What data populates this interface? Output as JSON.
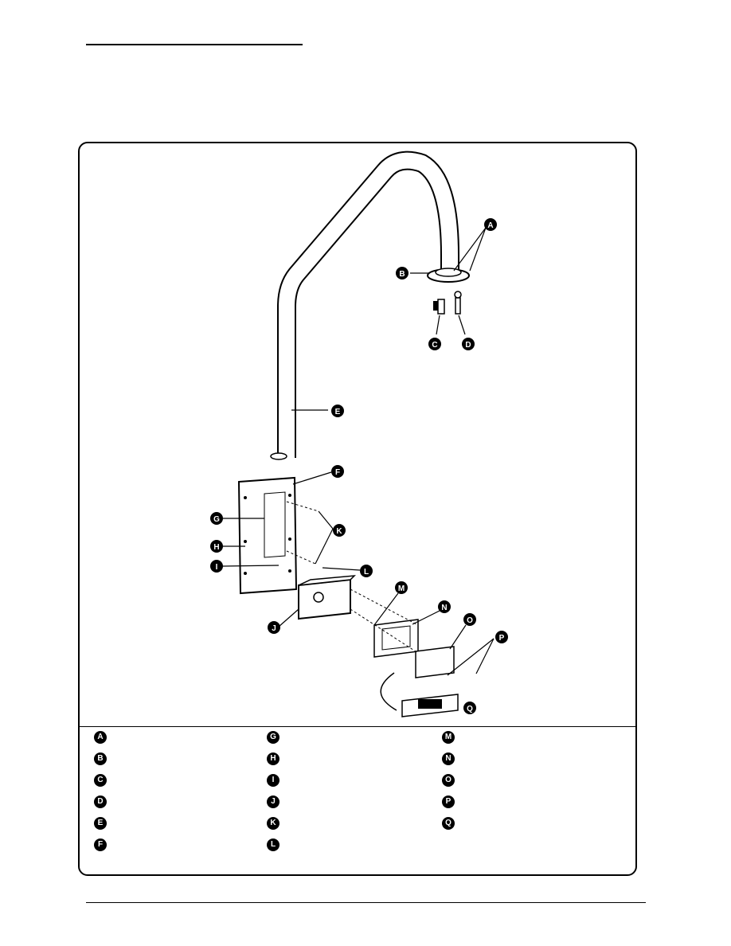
{
  "callouts": {
    "A": "A",
    "B": "B",
    "C": "C",
    "D": "D",
    "E": "E",
    "F": "F",
    "G": "G",
    "H": "H",
    "I": "I",
    "J": "J",
    "K": "K",
    "L": "L",
    "M": "M",
    "N": "N",
    "O": "O",
    "P": "P",
    "Q": "Q"
  },
  "legend": {
    "items": [
      {
        "letter": "A",
        "text": ""
      },
      {
        "letter": "B",
        "text": ""
      },
      {
        "letter": "C",
        "text": ""
      },
      {
        "letter": "D",
        "text": ""
      },
      {
        "letter": "E",
        "text": ""
      },
      {
        "letter": "F",
        "text": ""
      },
      {
        "letter": "G",
        "text": ""
      },
      {
        "letter": "H",
        "text": ""
      },
      {
        "letter": "I",
        "text": ""
      },
      {
        "letter": "J",
        "text": ""
      },
      {
        "letter": "K",
        "text": ""
      },
      {
        "letter": "L",
        "text": ""
      },
      {
        "letter": "M",
        "text": ""
      },
      {
        "letter": "N",
        "text": ""
      },
      {
        "letter": "O",
        "text": ""
      },
      {
        "letter": "P",
        "text": ""
      },
      {
        "letter": "Q",
        "text": ""
      }
    ]
  }
}
